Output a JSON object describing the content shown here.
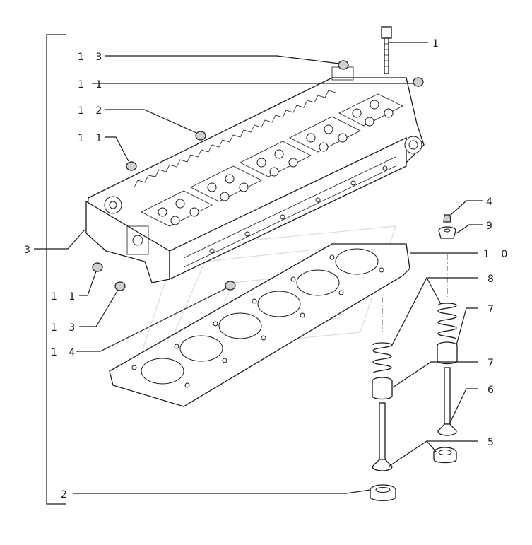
{
  "callouts": [
    {
      "id": "c1",
      "text": "1"
    },
    {
      "id": "c2",
      "text": "2"
    },
    {
      "id": "c3",
      "text": "3"
    },
    {
      "id": "c4",
      "text": "4"
    },
    {
      "id": "c5",
      "text": "5"
    },
    {
      "id": "c6",
      "text": "6"
    },
    {
      "id": "c7a",
      "text": "7"
    },
    {
      "id": "c7b",
      "text": "7"
    },
    {
      "id": "c8",
      "text": "8"
    },
    {
      "id": "c9",
      "text": "9"
    },
    {
      "id": "c10",
      "text": "1 0"
    },
    {
      "id": "c11a",
      "text": "1 1"
    },
    {
      "id": "c11b",
      "text": "1 1"
    },
    {
      "id": "c11c",
      "text": "1 1"
    },
    {
      "id": "c12",
      "text": "1 2"
    },
    {
      "id": "c13a",
      "text": "1 3"
    },
    {
      "id": "c13b",
      "text": "1 3"
    },
    {
      "id": "c14",
      "text": "1 4"
    }
  ]
}
